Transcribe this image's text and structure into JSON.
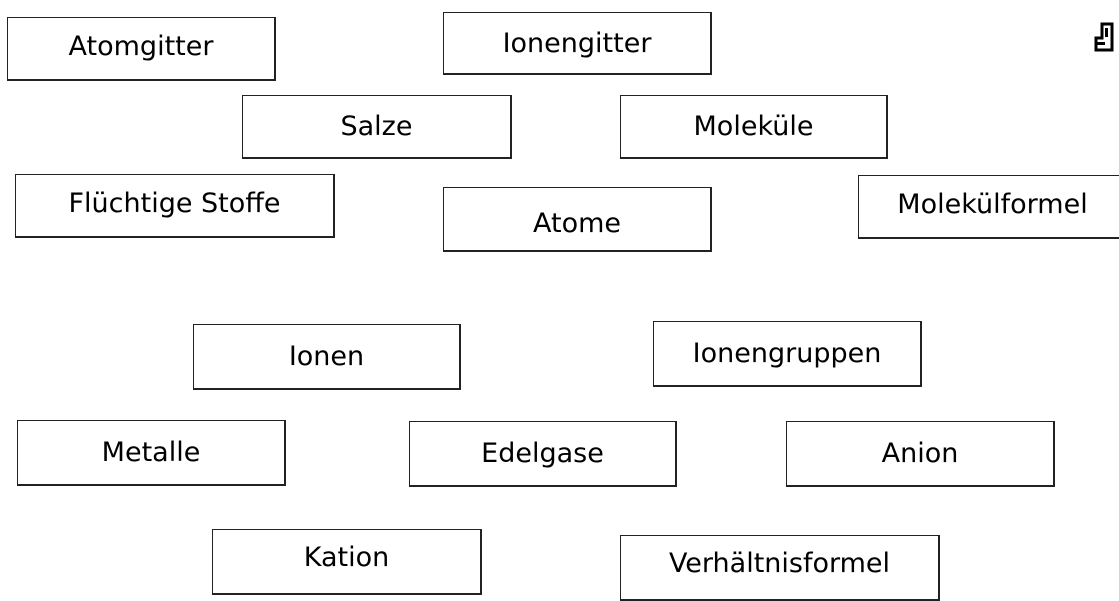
{
  "cards": {
    "atomgitter": "Atomgitter",
    "ionengitter": "Ionengitter",
    "salze": "Salze",
    "molekuele": "Moleküle",
    "fluechtige_stoffe": "Flüchtige Stoffe",
    "atome": "Atome",
    "molekuelformel": "Molekülformel",
    "ionen": "Ionen",
    "ionengruppen": "Ionengruppen",
    "metalle": "Metalle",
    "edelgase": "Edelgase",
    "anion": "Anion",
    "kation": "Kation",
    "verhaeltnisformel": "Verhältnisformel"
  },
  "icons": {
    "corner": "document-fragment-icon"
  },
  "colors": {
    "card_border": "#222222",
    "background": "#ffffff",
    "text": "#000000"
  }
}
